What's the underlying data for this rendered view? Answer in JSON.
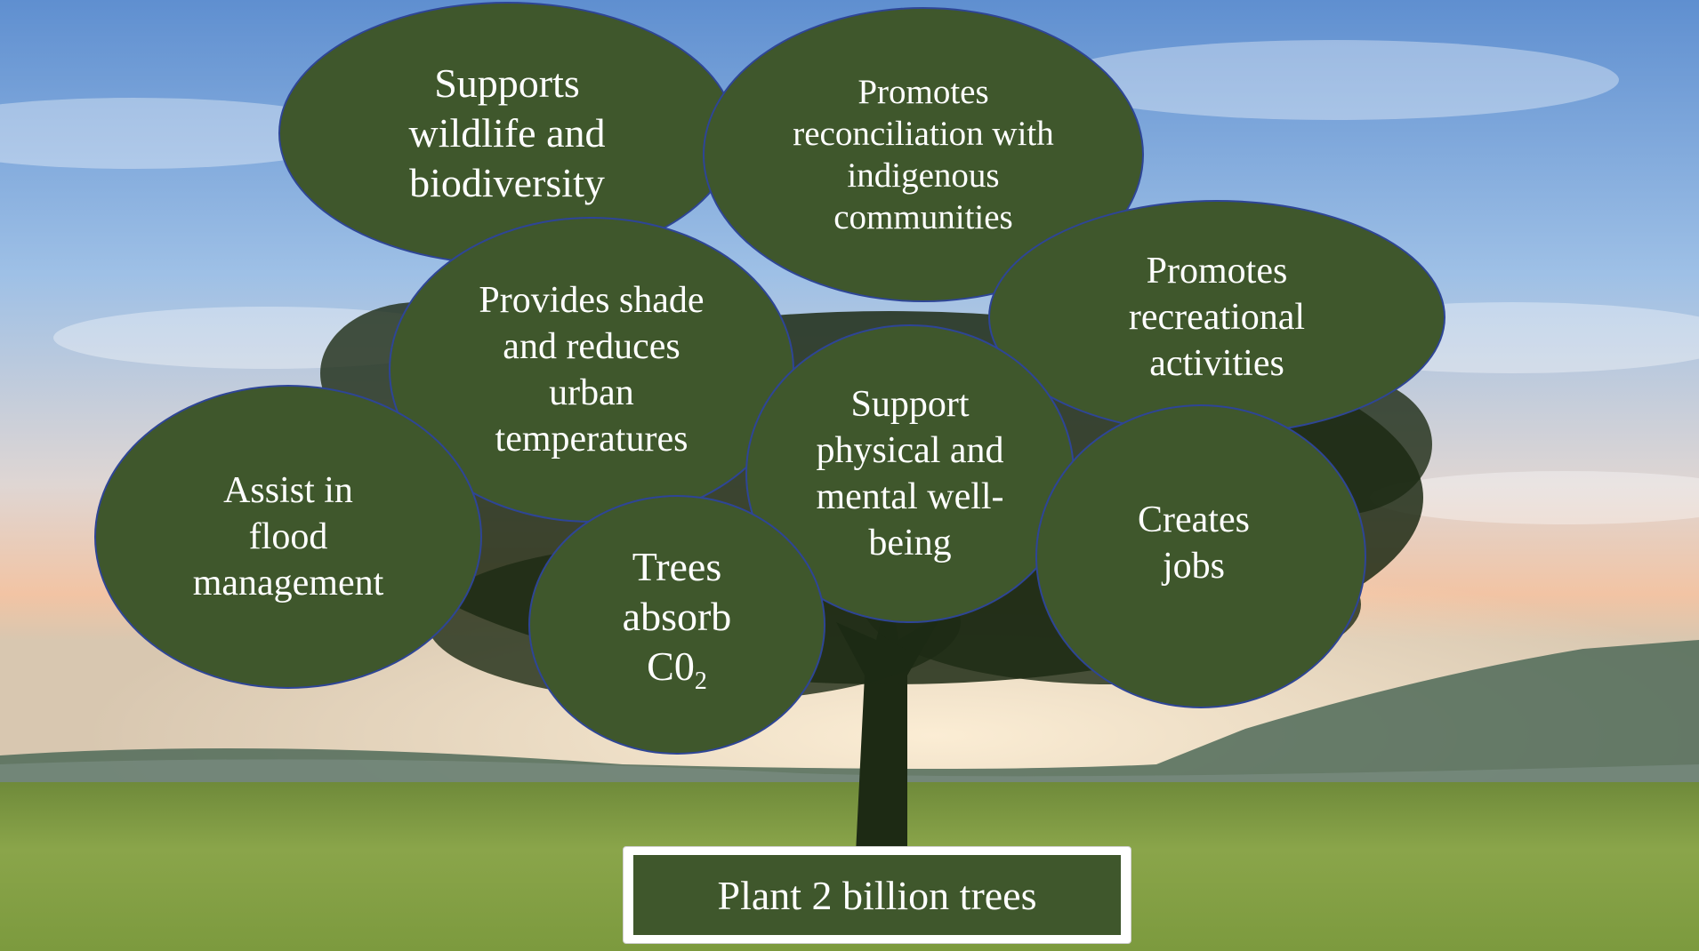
{
  "colors": {
    "bubble_fill": "#3f572c",
    "bubble_border": "#2e4596",
    "text": "#ffffff",
    "banner_frame": "#ffffff"
  },
  "bubbles": {
    "wildlife": "Supports wildlife and biodiversity",
    "reconciliation": "Promotes reconciliation with indigenous communities",
    "recreation": "Promotes recreational activities",
    "shade": "Provides shade and reduces urban temperatures",
    "wellbeing": "Support physical and mental well-being",
    "flood": "Assist in flood management",
    "co2_main": "Trees absorb C0",
    "co2_subscript": "2",
    "jobs": "Creates jobs"
  },
  "banner": {
    "label": "Plant 2 billion trees"
  }
}
